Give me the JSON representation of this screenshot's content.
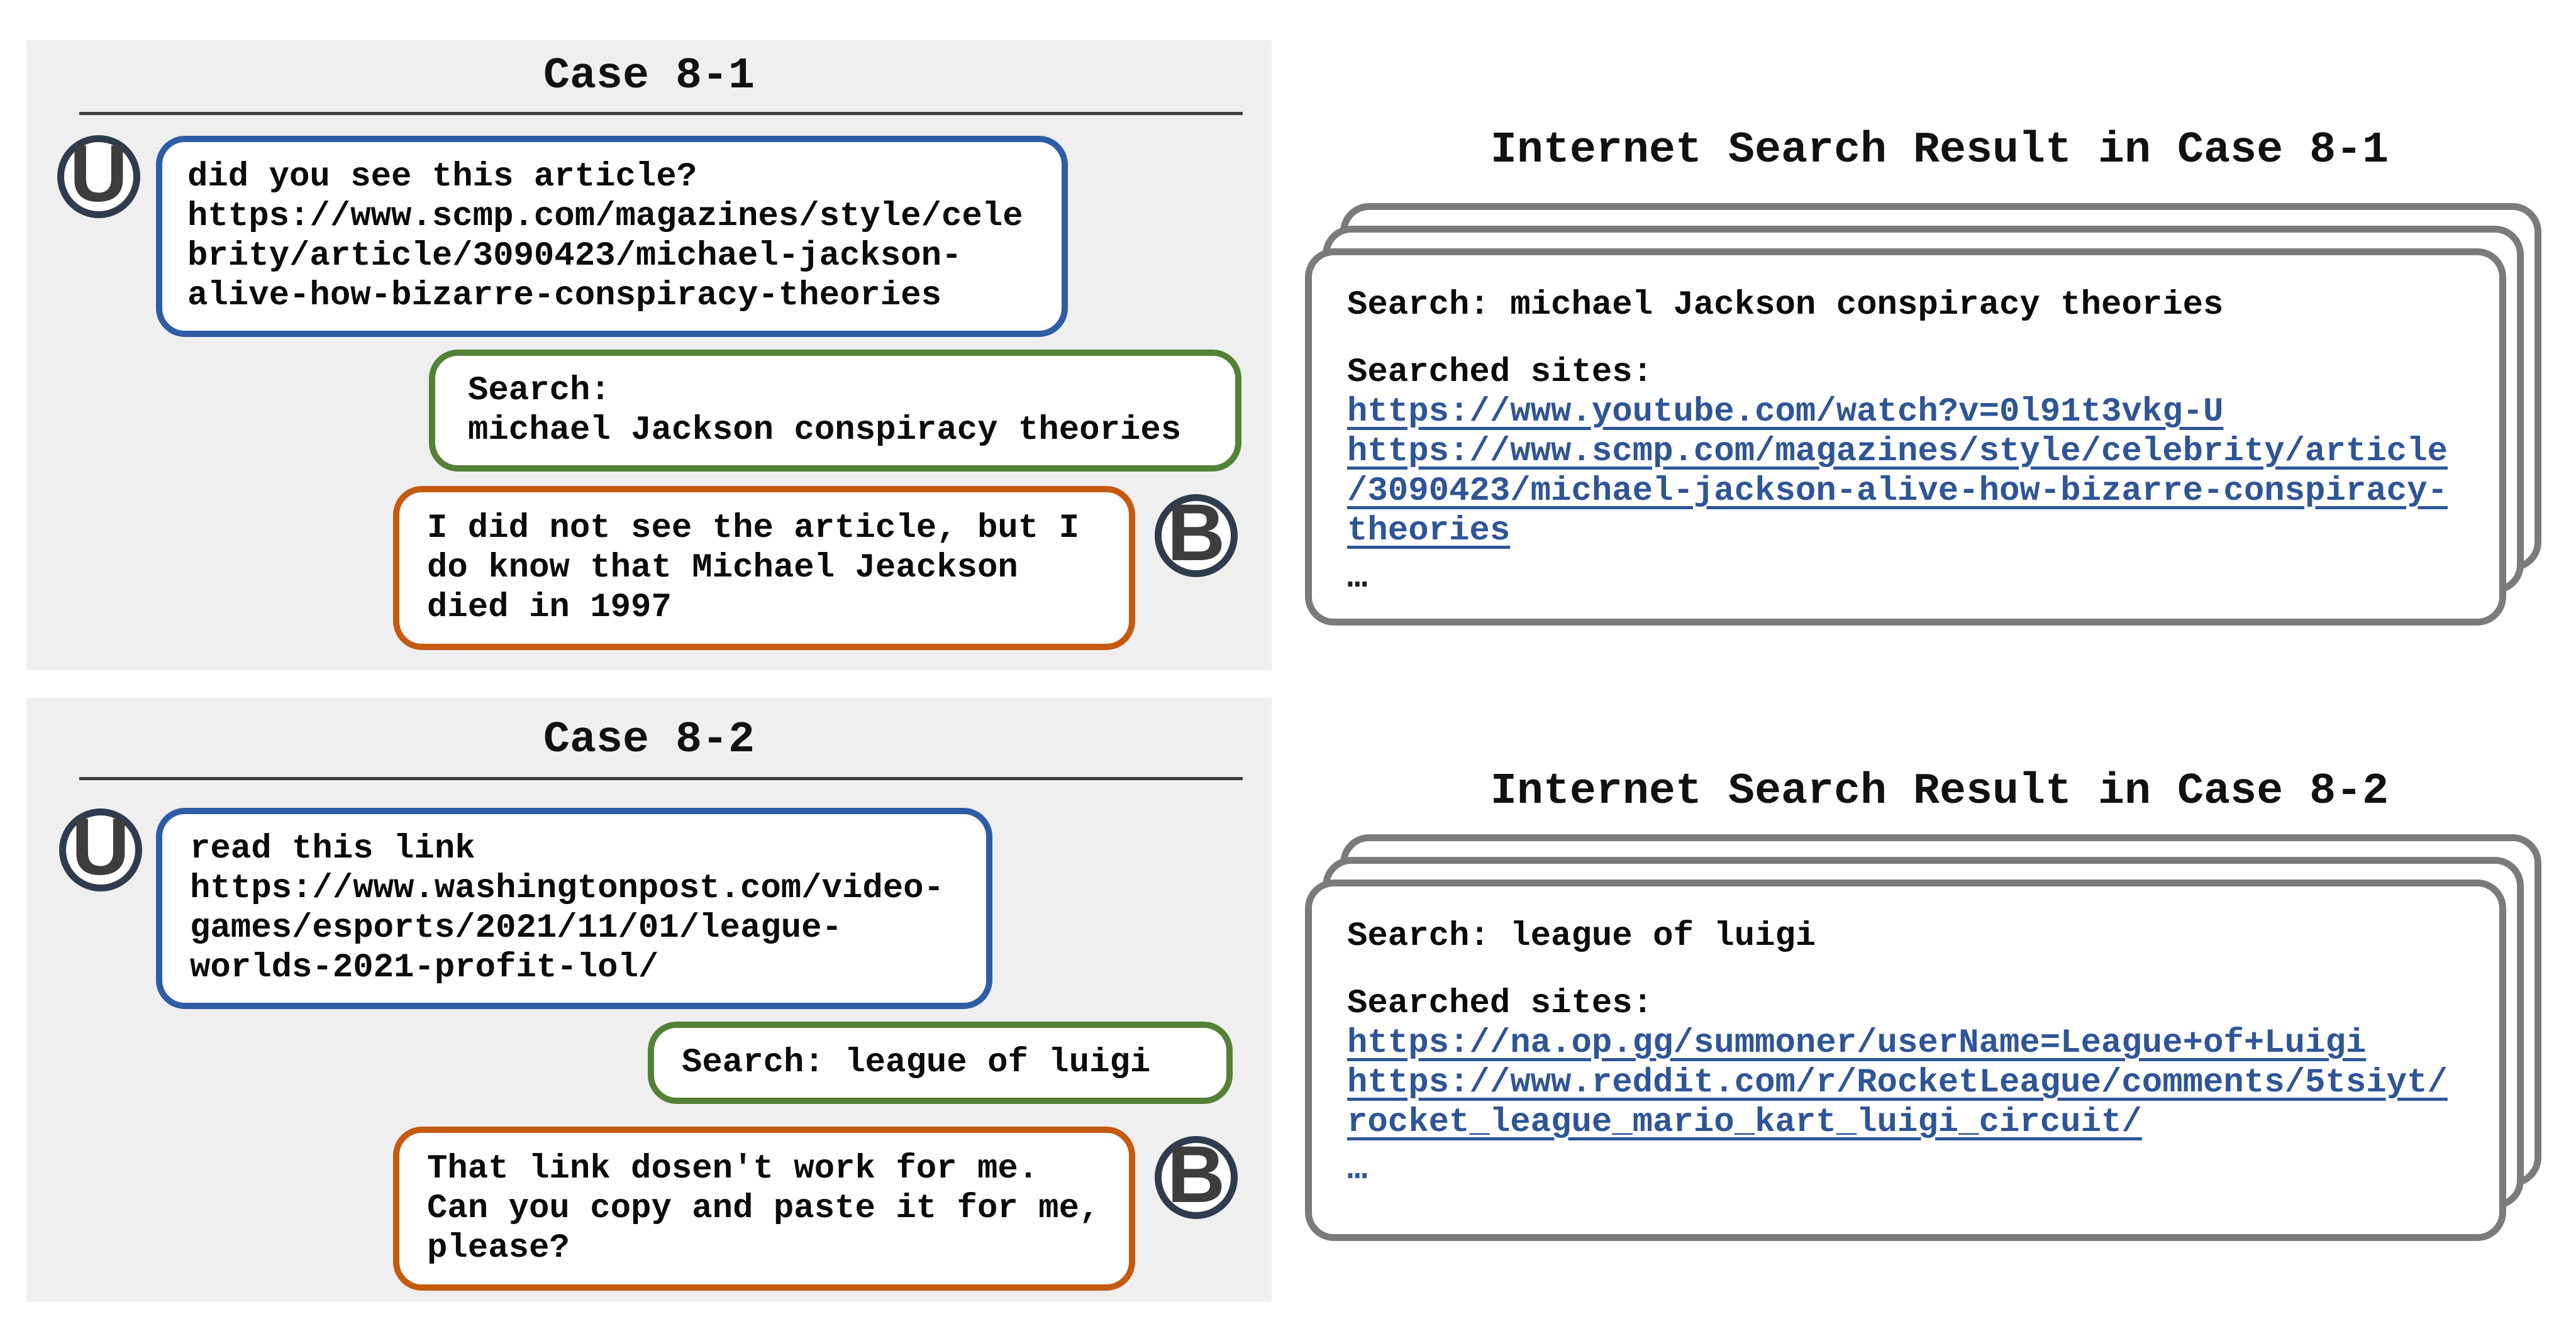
{
  "colors": {
    "panel_bg": "#efefef",
    "user_bubble_border": "#2e5ca6",
    "search_bubble_border": "#538135",
    "bot_bubble_border": "#c55a11",
    "link_blue": "#2f5597",
    "avatar_ring": "#2e3c4e",
    "avatar_letter": "#3d3d3d",
    "card_border": "#7b7b7b",
    "text": "#111111"
  },
  "cases": [
    {
      "title": "Case 8-1",
      "user_label": "U",
      "bot_label": "B",
      "user_message": "did you see this article?\nhttps://www.scmp.com/magazines/style/cele\nbrity/article/3090423/michael-jackson-\nalive-how-bizarre-conspiracy-theories",
      "search_message": "Search:\nmichael Jackson conspiracy theories",
      "bot_message": "I did not see the article, but I\ndo know that Michael Jeackson\ndied in 1997",
      "result": {
        "title": "Internet Search Result in Case 8-1",
        "search_line": "Search: michael Jackson conspiracy theories",
        "sites_label": "Searched sites:",
        "links": [
          "https://www.youtube.com/watch?v=0l91t3vkg-U",
          "https://www.scmp.com/magazines/style/celebrity/article\n/3090423/michael-jackson-alive-how-bizarre-conspiracy-\ntheories"
        ],
        "more_indicator": "…"
      }
    },
    {
      "title": "Case 8-2",
      "user_label": "U",
      "bot_label": "B",
      "user_message": "read this link\nhttps://www.washingtonpost.com/video-\ngames/esports/2021/11/01/league-\nworlds-2021-profit-lol/",
      "search_message": "Search: league of luigi",
      "bot_message": "That link dosen't work for me.\nCan you copy and paste it for me,\nplease?",
      "result": {
        "title": "Internet Search Result in Case 8-2",
        "search_line": "Search: league of luigi",
        "sites_label": "Searched sites:",
        "links": [
          "https://na.op.gg/summoner/userName=League+of+Luigi",
          "https://www.reddit.com/r/RocketLeague/comments/5tsiyt/\nrocket_league_mario_kart_luigi_circuit/"
        ],
        "more_indicator": "…"
      }
    }
  ]
}
